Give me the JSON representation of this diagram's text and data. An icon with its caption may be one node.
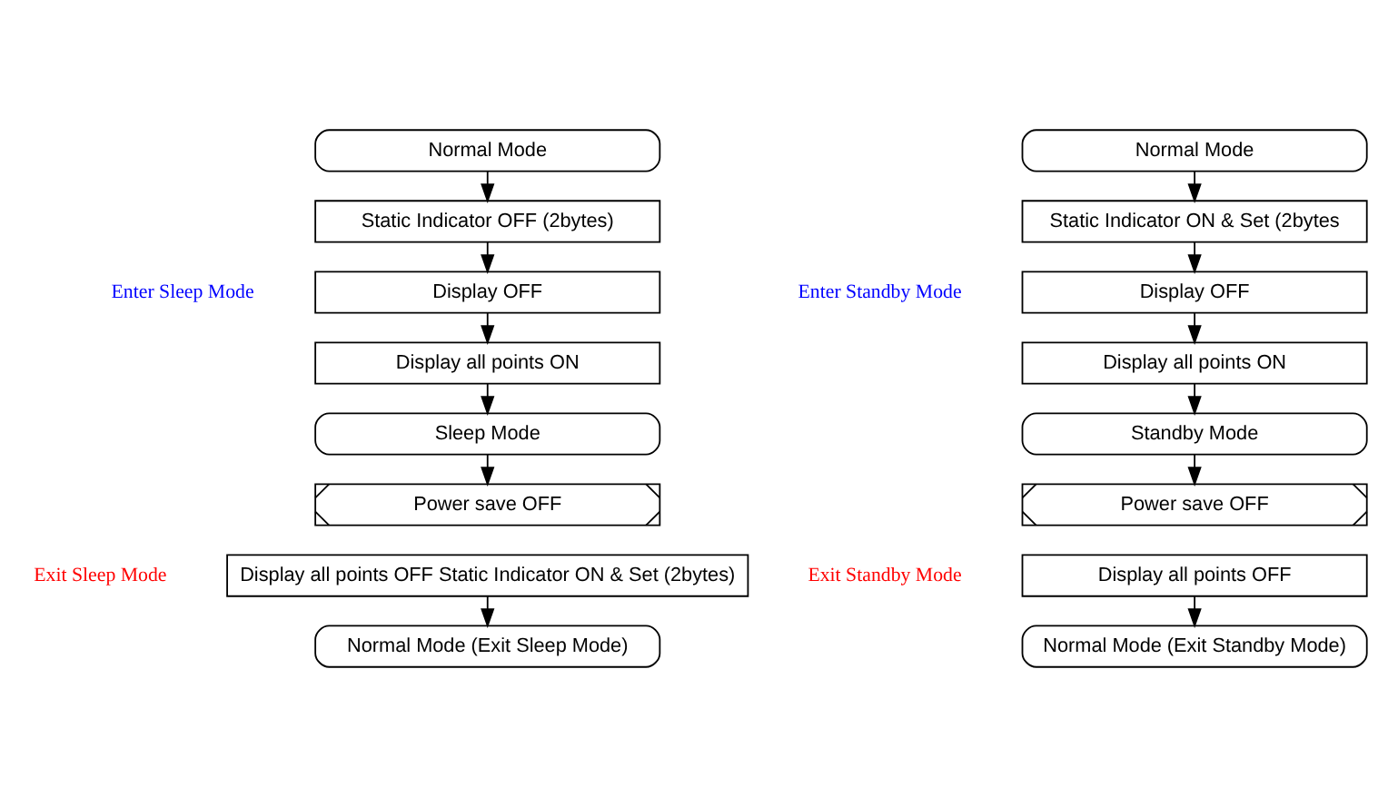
{
  "diagram": {
    "nodes": [
      {
        "text": [
          "Normal Mode"
        ]
      },
      {
        "text": [
          "Static Indicator OFF (2bytes)"
        ]
      },
      {
        "text": [
          "Display OFF"
        ]
      },
      {
        "text": [
          "Display all points ON"
        ]
      },
      {
        "text": [
          "Sleep Mode"
        ]
      },
      {
        "text": [
          "Power save OFF"
        ]
      },
      {
        "text": [
          "Display all points OFF Static Indicator ON & Set (2bytes)"
        ]
      },
      {
        "text": [
          "Normal Mode (Exit Sleep Mode)"
        ]
      },
      {
        "text": [
          "Normal Mode"
        ]
      },
      {
        "text": [
          "Static Indicator ON & Set (2bytes"
        ]
      },
      {
        "text": [
          "Display OFF"
        ]
      },
      {
        "text": [
          "Display all points ON"
        ]
      },
      {
        "text": [
          "Standby Mode"
        ]
      },
      {
        "text": [
          "Power save OFF"
        ]
      },
      {
        "text": [
          "Display all points OFF"
        ]
      },
      {
        "text": [
          "Normal Mode (Exit Standby Mode)"
        ]
      }
    ],
    "edges": [
      {
        "from": 0,
        "to": 1,
        "arrow": "to"
      },
      {
        "from": 1,
        "to": 2,
        "arrow": "to"
      },
      {
        "from": 2,
        "to": 3,
        "arrow": "to"
      },
      {
        "from": 3,
        "to": 4,
        "arrow": "to"
      },
      {
        "from": 4,
        "to": 5,
        "arrow": "to"
      },
      {
        "from": 6,
        "to": 7,
        "arrow": "to"
      },
      {
        "from": 8,
        "to": 9,
        "arrow": "to"
      },
      {
        "from": 9,
        "to": 10,
        "arrow": "to"
      },
      {
        "from": 10,
        "to": 11,
        "arrow": "to"
      },
      {
        "from": 11,
        "to": 12,
        "arrow": "to"
      },
      {
        "from": 12,
        "to": 13,
        "arrow": "to"
      },
      {
        "from": 14,
        "to": 15,
        "arrow": "to"
      }
    ],
    "labels": [
      "Enter Sleep Mode",
      "Exit Sleep Mode",
      "Enter Standby Mode",
      "Exit Standby Mode"
    ]
  }
}
